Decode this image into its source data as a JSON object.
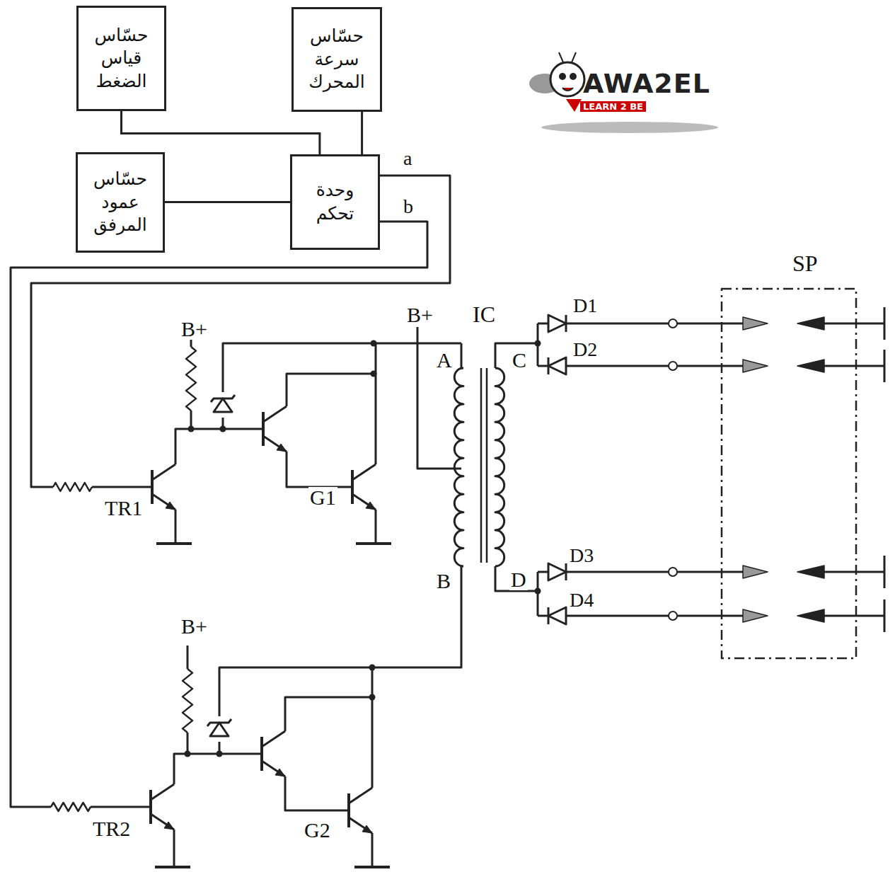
{
  "diagram": {
    "nodes": [
      {
        "text": [
          "حسّاس قياس الضغط"
        ]
      },
      {
        "text": [
          "حسّاس سرعة المحرك"
        ]
      },
      {
        "text": [
          "حسّاس عمود المرفق"
        ]
      },
      {
        "text": [
          "وحدة تحكم"
        ]
      }
    ],
    "edges": [
      {
        "from": 0,
        "to": 3,
        "arrow": "none"
      },
      {
        "from": 1,
        "to": 3,
        "arrow": "none"
      },
      {
        "from": 2,
        "to": 3,
        "arrow": "none"
      }
    ],
    "labels": [
      "AWA2EL",
      "LEARN 2 BE",
      "a",
      "b",
      "B+",
      "IC",
      "B+",
      "A",
      "C",
      "D1",
      "D2",
      "SP",
      "TR1",
      "G1",
      "B",
      "D",
      "D3",
      "D4",
      "B+",
      "TR2",
      "G2"
    ]
  }
}
